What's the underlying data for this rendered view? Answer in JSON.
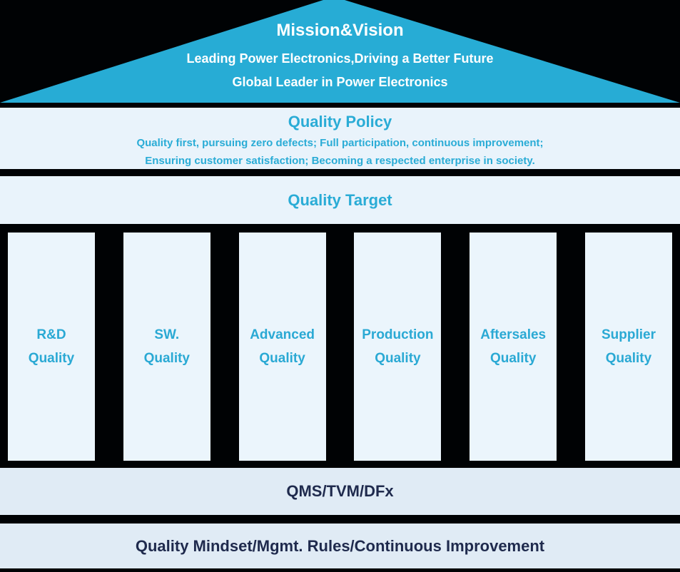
{
  "colors": {
    "background": "#000204",
    "roof_fill": "#27ACD5",
    "band_light": "#E9F3FB",
    "pillar_fill": "#EBF5FC",
    "band_gray": "#E0EBF5",
    "cyan_text": "#2AACD6",
    "navy_text": "#1F2A4D",
    "roof_text": "#FFFFFF"
  },
  "roof": {
    "title": "Mission&Vision",
    "subtitle1": "Leading Power Electronics,Driving a Better Future",
    "subtitle2": "Global Leader in Power Electronics"
  },
  "quality_policy": {
    "title": "Quality Policy",
    "line1": "Quality first, pursuing zero defects; Full participation, continuous improvement;",
    "line2": "Ensuring customer satisfaction; Becoming a respected enterprise in society."
  },
  "quality_target": {
    "title": "Quality Target"
  },
  "pillars": [
    {
      "line1": "R&D",
      "line2": "Quality"
    },
    {
      "line1": "SW.",
      "line2": "Quality"
    },
    {
      "line1": "Advanced",
      "line2": "Quality"
    },
    {
      "line1": "Production",
      "line2": "Quality"
    },
    {
      "line1": "Aftersales",
      "line2": "Quality"
    },
    {
      "line1": "Supplier",
      "line2": "Quality"
    }
  ],
  "qms_band": {
    "label": "QMS/TVM/DFx"
  },
  "foundation_band": {
    "label": "Quality Mindset/Mgmt. Rules/Continuous Improvement"
  }
}
